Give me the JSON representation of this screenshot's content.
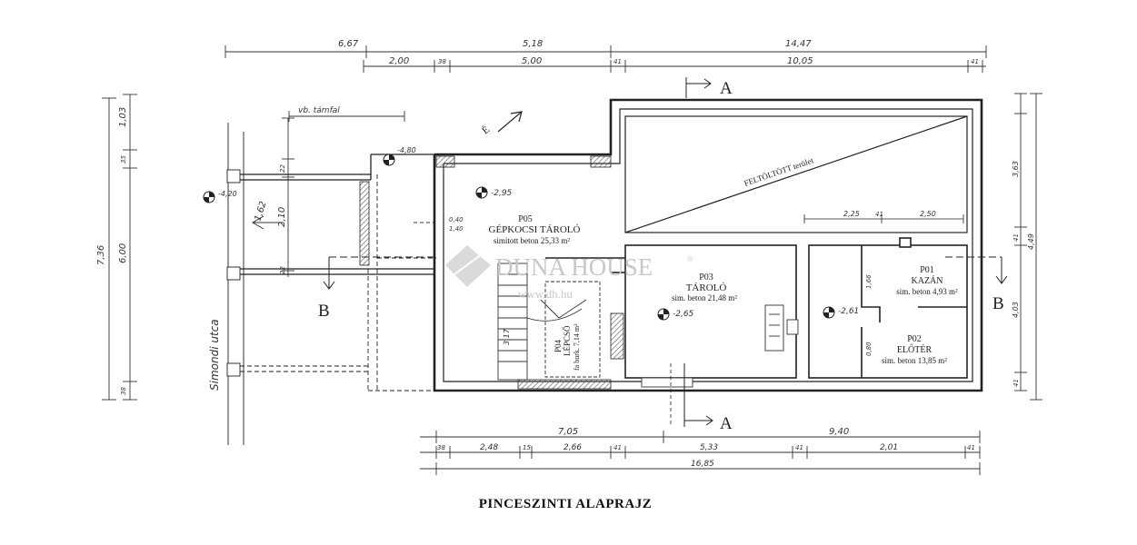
{
  "title": "PINCESZINTI ALAPRAJZ",
  "street": "Simondi utca",
  "wall_note": "vb. támfal",
  "north": "É",
  "watermark": {
    "brand": "DUNA HOUSE",
    "mark": "®",
    "site": "www.dh.hu"
  },
  "section_markers": {
    "a_top": "A",
    "a_bottom": "A",
    "b_left": "B",
    "b_right": "B"
  },
  "rooms": {
    "p05": {
      "code": "P05",
      "name": "GÉPKOCSI TÁROLÓ",
      "area": "simított beton  25,33 m²"
    },
    "p03": {
      "code": "P03",
      "name": "TÁROLÓ",
      "area": "sim. beton  21,48 m²"
    },
    "p01": {
      "code": "P01",
      "name": "KAZÁN",
      "area": "sim. beton  4,93 m²"
    },
    "p02": {
      "code": "P02",
      "name": "ELŐTÉR",
      "area": "sim. beton  13,85 m²"
    },
    "p04": {
      "code": "P04",
      "name": "LÉPCSŐ",
      "area": "fa burk.  7,14 m²"
    },
    "fill": {
      "name": "FELTÖLTÖTT terület"
    }
  },
  "levels": {
    "l1": "-4,80",
    "l2": "-2,95",
    "l3": "-4,20",
    "l4": "-2,65",
    "l5": "-2,61"
  },
  "dims_top": {
    "d1": "6,67",
    "d2": "5,18",
    "d3": "14,47",
    "d4": "2,00",
    "d5": "38",
    "d6": "5,00",
    "d7": "41",
    "d8": "10,05",
    "d9": "41"
  },
  "dims_bottom": {
    "d1": "7,05",
    "d2": "9,40",
    "d3": "38",
    "d4": "2,48",
    "d5": "15",
    "d6": "2,66",
    "d7": "41",
    "d8": "5,33",
    "d9": "41",
    "d10": "2,01",
    "d11": "41",
    "d12": "16,85"
  },
  "dims_left": {
    "d1": "7,36",
    "d2": "6,00",
    "d3": "1,03",
    "d4": "35",
    "d5": "38",
    "d6": "1,62",
    "d7": "2,10",
    "d8": "22",
    "d9": "22"
  },
  "dims_right": {
    "d1": "3,63",
    "d2": "4,49",
    "d3": "41",
    "d4": "4,03",
    "d5": "41"
  },
  "dims_inner": {
    "d1": "2,25",
    "d2": "41",
    "d3": "2,50",
    "d4": "3,17",
    "d5": "0,40",
    "d6": "1,40",
    "d7": "1,66",
    "d8": "0,80"
  }
}
